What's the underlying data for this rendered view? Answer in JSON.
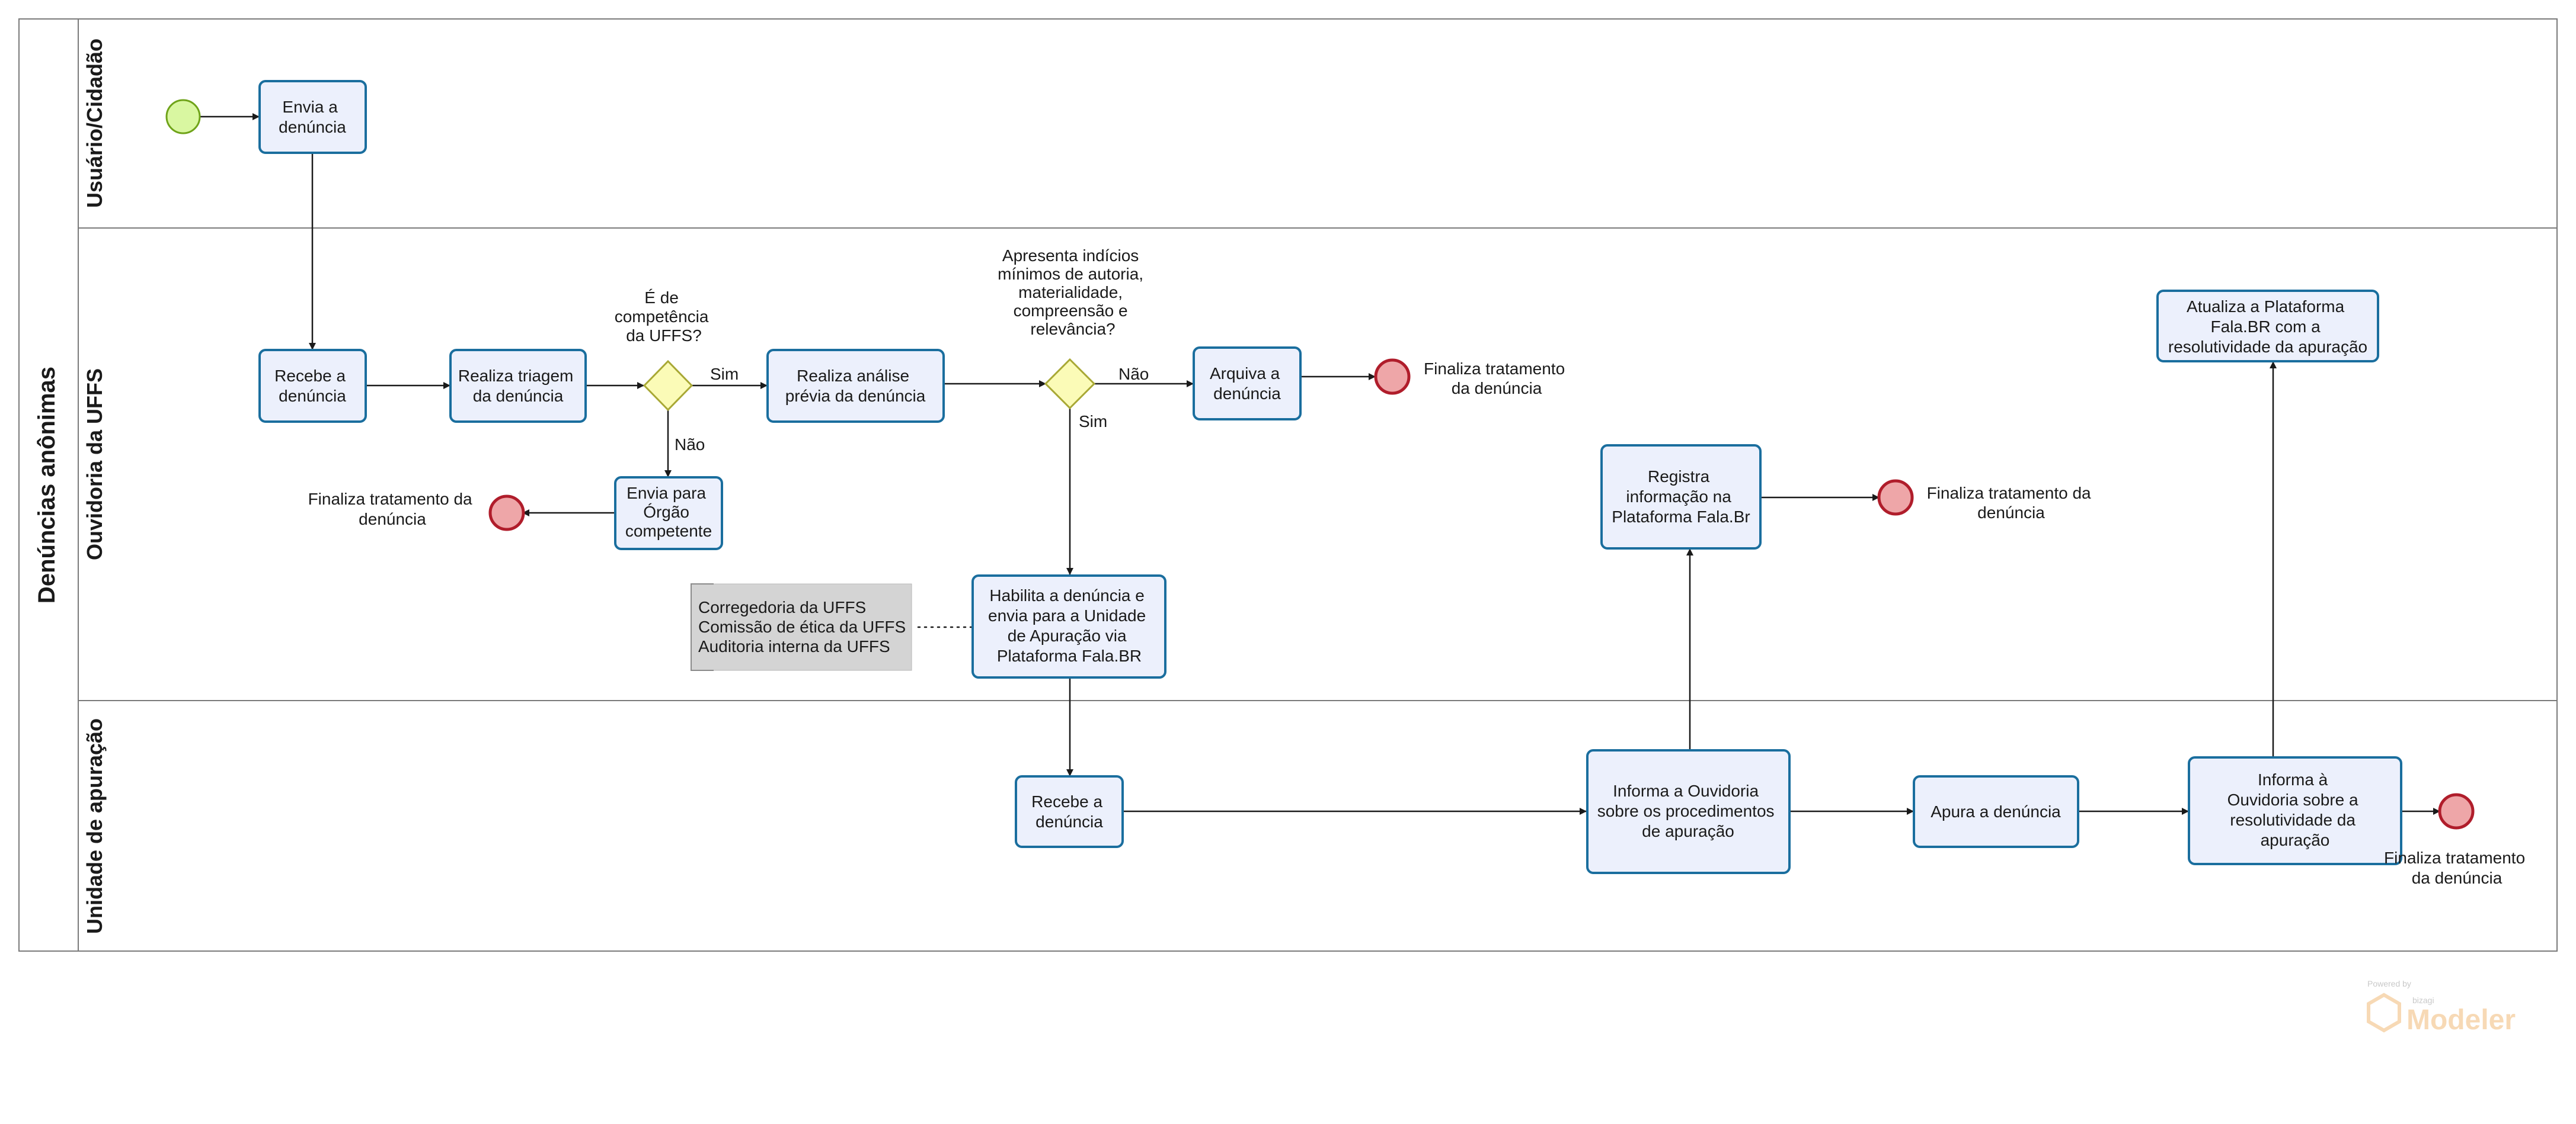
{
  "colors": {
    "task_fill": "#ecf0fc",
    "task_stroke": "#1a6e9e",
    "gateway_fill": "#fbfbb7",
    "gateway_stroke": "#a8a835",
    "start_fill": "#d9f7a1",
    "start_stroke": "#6fa319",
    "end_fill": "#eea6a8",
    "end_stroke": "#b01d2b",
    "annotation_fill": "#d4d4d4",
    "lane_stroke": "#7a7a7a"
  },
  "pool": {
    "title": "Denúncias anônimas"
  },
  "lanes": {
    "usuario": "Usuário/Cidadão",
    "ouvidoria": "Ouvidoria da UFFS",
    "unidade": "Unidade de apuração"
  },
  "tasks": {
    "envia": [
      "Envia a",
      "denúncia"
    ],
    "recebe_ouv": [
      "Recebe a",
      "denúncia"
    ],
    "triagem": [
      "Realiza triagem",
      "da denúncia"
    ],
    "analise": [
      "Realiza análise",
      "prévia da denúncia"
    ],
    "arquiva": [
      "Arquiva a",
      "denúncia"
    ],
    "envia_orgao": [
      "Envia para",
      "Órgão",
      "competente"
    ],
    "habilita": [
      "Habilita a denúncia e",
      "envia para a Unidade",
      "de Apuração via",
      "Plataforma Fala.BR"
    ],
    "registra": [
      "Registra",
      "informação na",
      "Plataforma Fala.Br"
    ],
    "atualiza": [
      "Atualiza a Plataforma",
      "Fala.BR com a",
      "resolutividade da apuração"
    ],
    "recebe_un": [
      "Recebe a",
      "denúncia"
    ],
    "informa_proc": [
      "Informa a Ouvidoria",
      "sobre os procedimentos",
      "de apuração"
    ],
    "apura": [
      "Apura a denúncia"
    ],
    "informa_res": [
      "Informa à",
      "Ouvidoria sobre a",
      "resolutividade da",
      "apuração"
    ]
  },
  "gateways": {
    "g1": [
      "É de",
      "competência",
      "da UFFS?"
    ],
    "g2": [
      "Apresenta indícios",
      "mínimos de autoria,",
      "materialidade,",
      "compreensão e",
      "relevância?"
    ]
  },
  "flow_labels": {
    "g1_sim": "Sim",
    "g1_nao": "Não",
    "g2_nao": "Não",
    "g2_sim": "Sim"
  },
  "end_events": {
    "e1": [
      "Finaliza tratamento",
      "da denúncia"
    ],
    "e2": [
      "Finaliza tratamento da",
      "denúncia"
    ],
    "e3": [
      "Finaliza tratamento da",
      "denúncia"
    ],
    "e4": [
      "Finaliza tratamento",
      "da denúncia"
    ]
  },
  "annotation": [
    "Corregedoria da UFFS",
    "Comissão de ética da UFFS",
    "Auditoria interna da UFFS"
  ],
  "watermark": {
    "small": "Powered by",
    "tiny": "bizagi",
    "big": "Modeler"
  }
}
